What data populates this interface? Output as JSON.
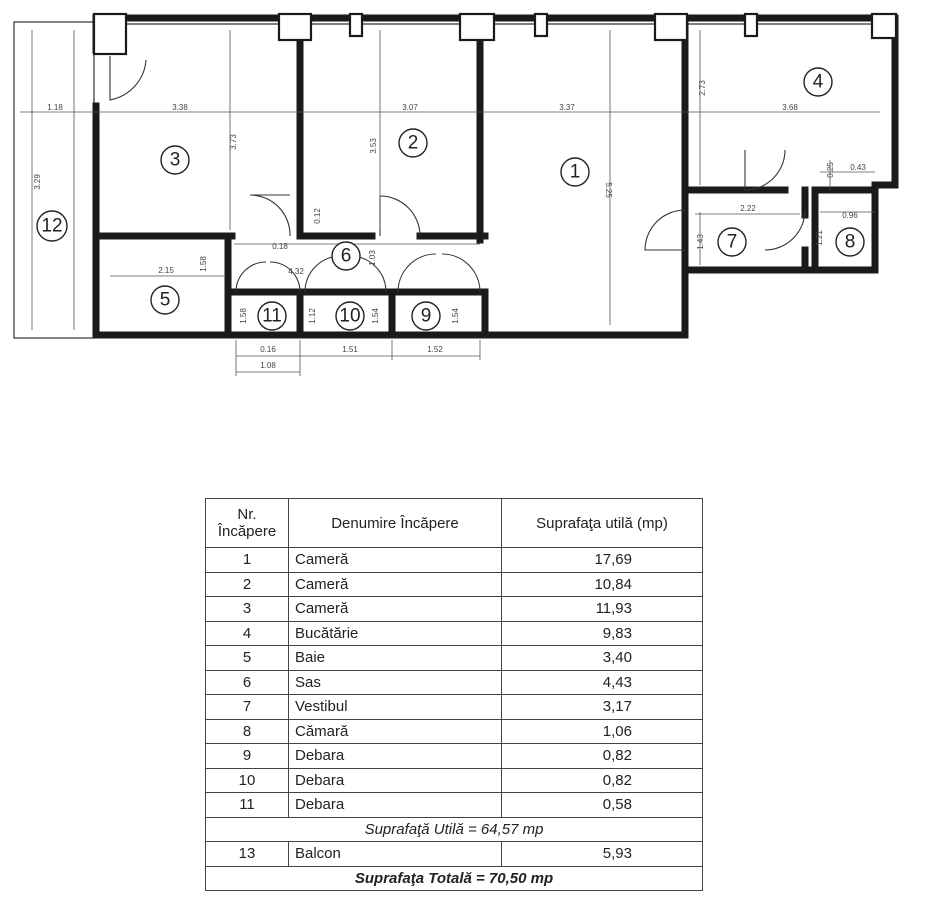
{
  "plan": {
    "rooms": [
      {
        "n": "1"
      },
      {
        "n": "2"
      },
      {
        "n": "3"
      },
      {
        "n": "4"
      },
      {
        "n": "5"
      },
      {
        "n": "6"
      },
      {
        "n": "7"
      },
      {
        "n": "8"
      },
      {
        "n": "9"
      },
      {
        "n": "10"
      },
      {
        "n": "11"
      },
      {
        "n": "12"
      }
    ],
    "dims": [
      "1.18",
      "3.38",
      "3.07",
      "3.37",
      "3.68",
      "3.29",
      "3.73",
      "3.53",
      "5.25",
      "2.73",
      "2.15",
      "1.58",
      "4.32",
      "0.18",
      "1.03",
      "0.12",
      "2.22",
      "1.43",
      "0.25",
      "0.43",
      "0.96",
      "1.21",
      "1.58",
      "1.12",
      "1.54",
      "1.54",
      "0.16",
      "1.51",
      "1.52",
      "1.08"
    ]
  },
  "table": {
    "headers": {
      "nr": "Nr. Încăpere",
      "name": "Denumire Încăpere",
      "area": "Suprafaţa utilă (mp)"
    },
    "rows": [
      {
        "nr": "1",
        "name": "Cameră",
        "area": "17,69"
      },
      {
        "nr": "2",
        "name": "Cameră",
        "area": "10,84"
      },
      {
        "nr": "3",
        "name": "Cameră",
        "area": "11,93"
      },
      {
        "nr": "4",
        "name": "Bucătărie",
        "area": "9,83"
      },
      {
        "nr": "5",
        "name": "Baie",
        "area": "3,40"
      },
      {
        "nr": "6",
        "name": "Sas",
        "area": "4,43"
      },
      {
        "nr": "7",
        "name": "Vestibul",
        "area": "3,17"
      },
      {
        "nr": "8",
        "name": "Cămară",
        "area": "1,06"
      },
      {
        "nr": "9",
        "name": "Debara",
        "area": "0,82"
      },
      {
        "nr": "10",
        "name": "Debara",
        "area": "0,82"
      },
      {
        "nr": "11",
        "name": "Debara",
        "area": "0,58"
      }
    ],
    "subtotal": "Suprafaţă Utilă = 64,57 mp",
    "balcony": {
      "nr": "13",
      "name": "Balcon",
      "area": "5,93"
    },
    "total": "Suprafaţa Totală = 70,50 mp"
  }
}
